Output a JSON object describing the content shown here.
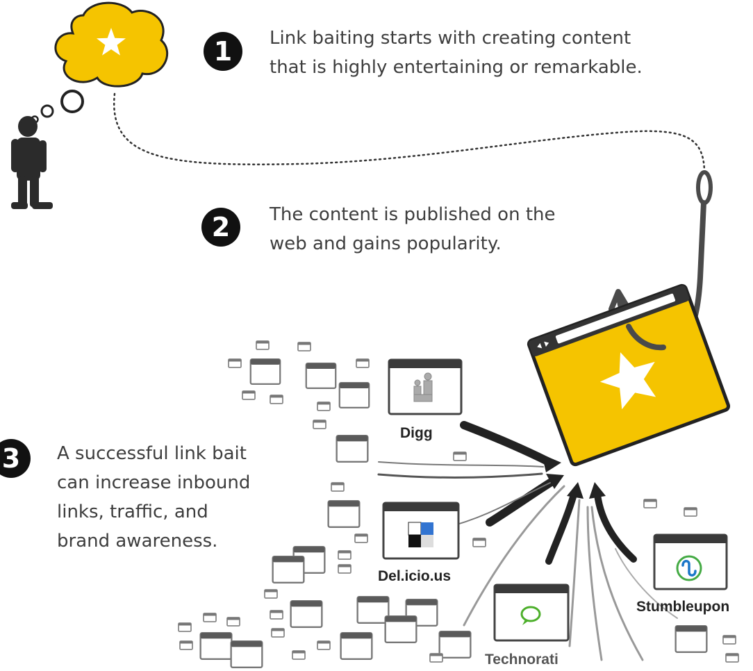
{
  "steps": [
    {
      "number": "1",
      "lines": [
        "Link baiting starts with creating content",
        "that is highly entertaining or remarkable."
      ]
    },
    {
      "number": "2",
      "lines": [
        "The content is published on the",
        "web and gains popularity."
      ]
    },
    {
      "number": "3",
      "lines": [
        "A successful link bait",
        "can increase inbound",
        "links, traffic, and",
        "brand awareness."
      ]
    }
  ],
  "sites": {
    "digg": "Digg",
    "delicious": "Del.icio.us",
    "technorati": "Technorati",
    "stumbleupon": "Stumbleupon"
  },
  "colors": {
    "accent_yellow": "#f5c400",
    "ink": "#1a1a1a",
    "text": "#3d3d3d",
    "delicious_blue": "#3274d1",
    "technorati_green": "#4caf2a",
    "stumbleupon_green": "#44aa44",
    "stumbleupon_blue": "#1a77c9"
  },
  "icons": [
    "thought-cloud-icon",
    "star-icon",
    "person-icon",
    "fish-hook-icon",
    "browser-window-icon"
  ]
}
